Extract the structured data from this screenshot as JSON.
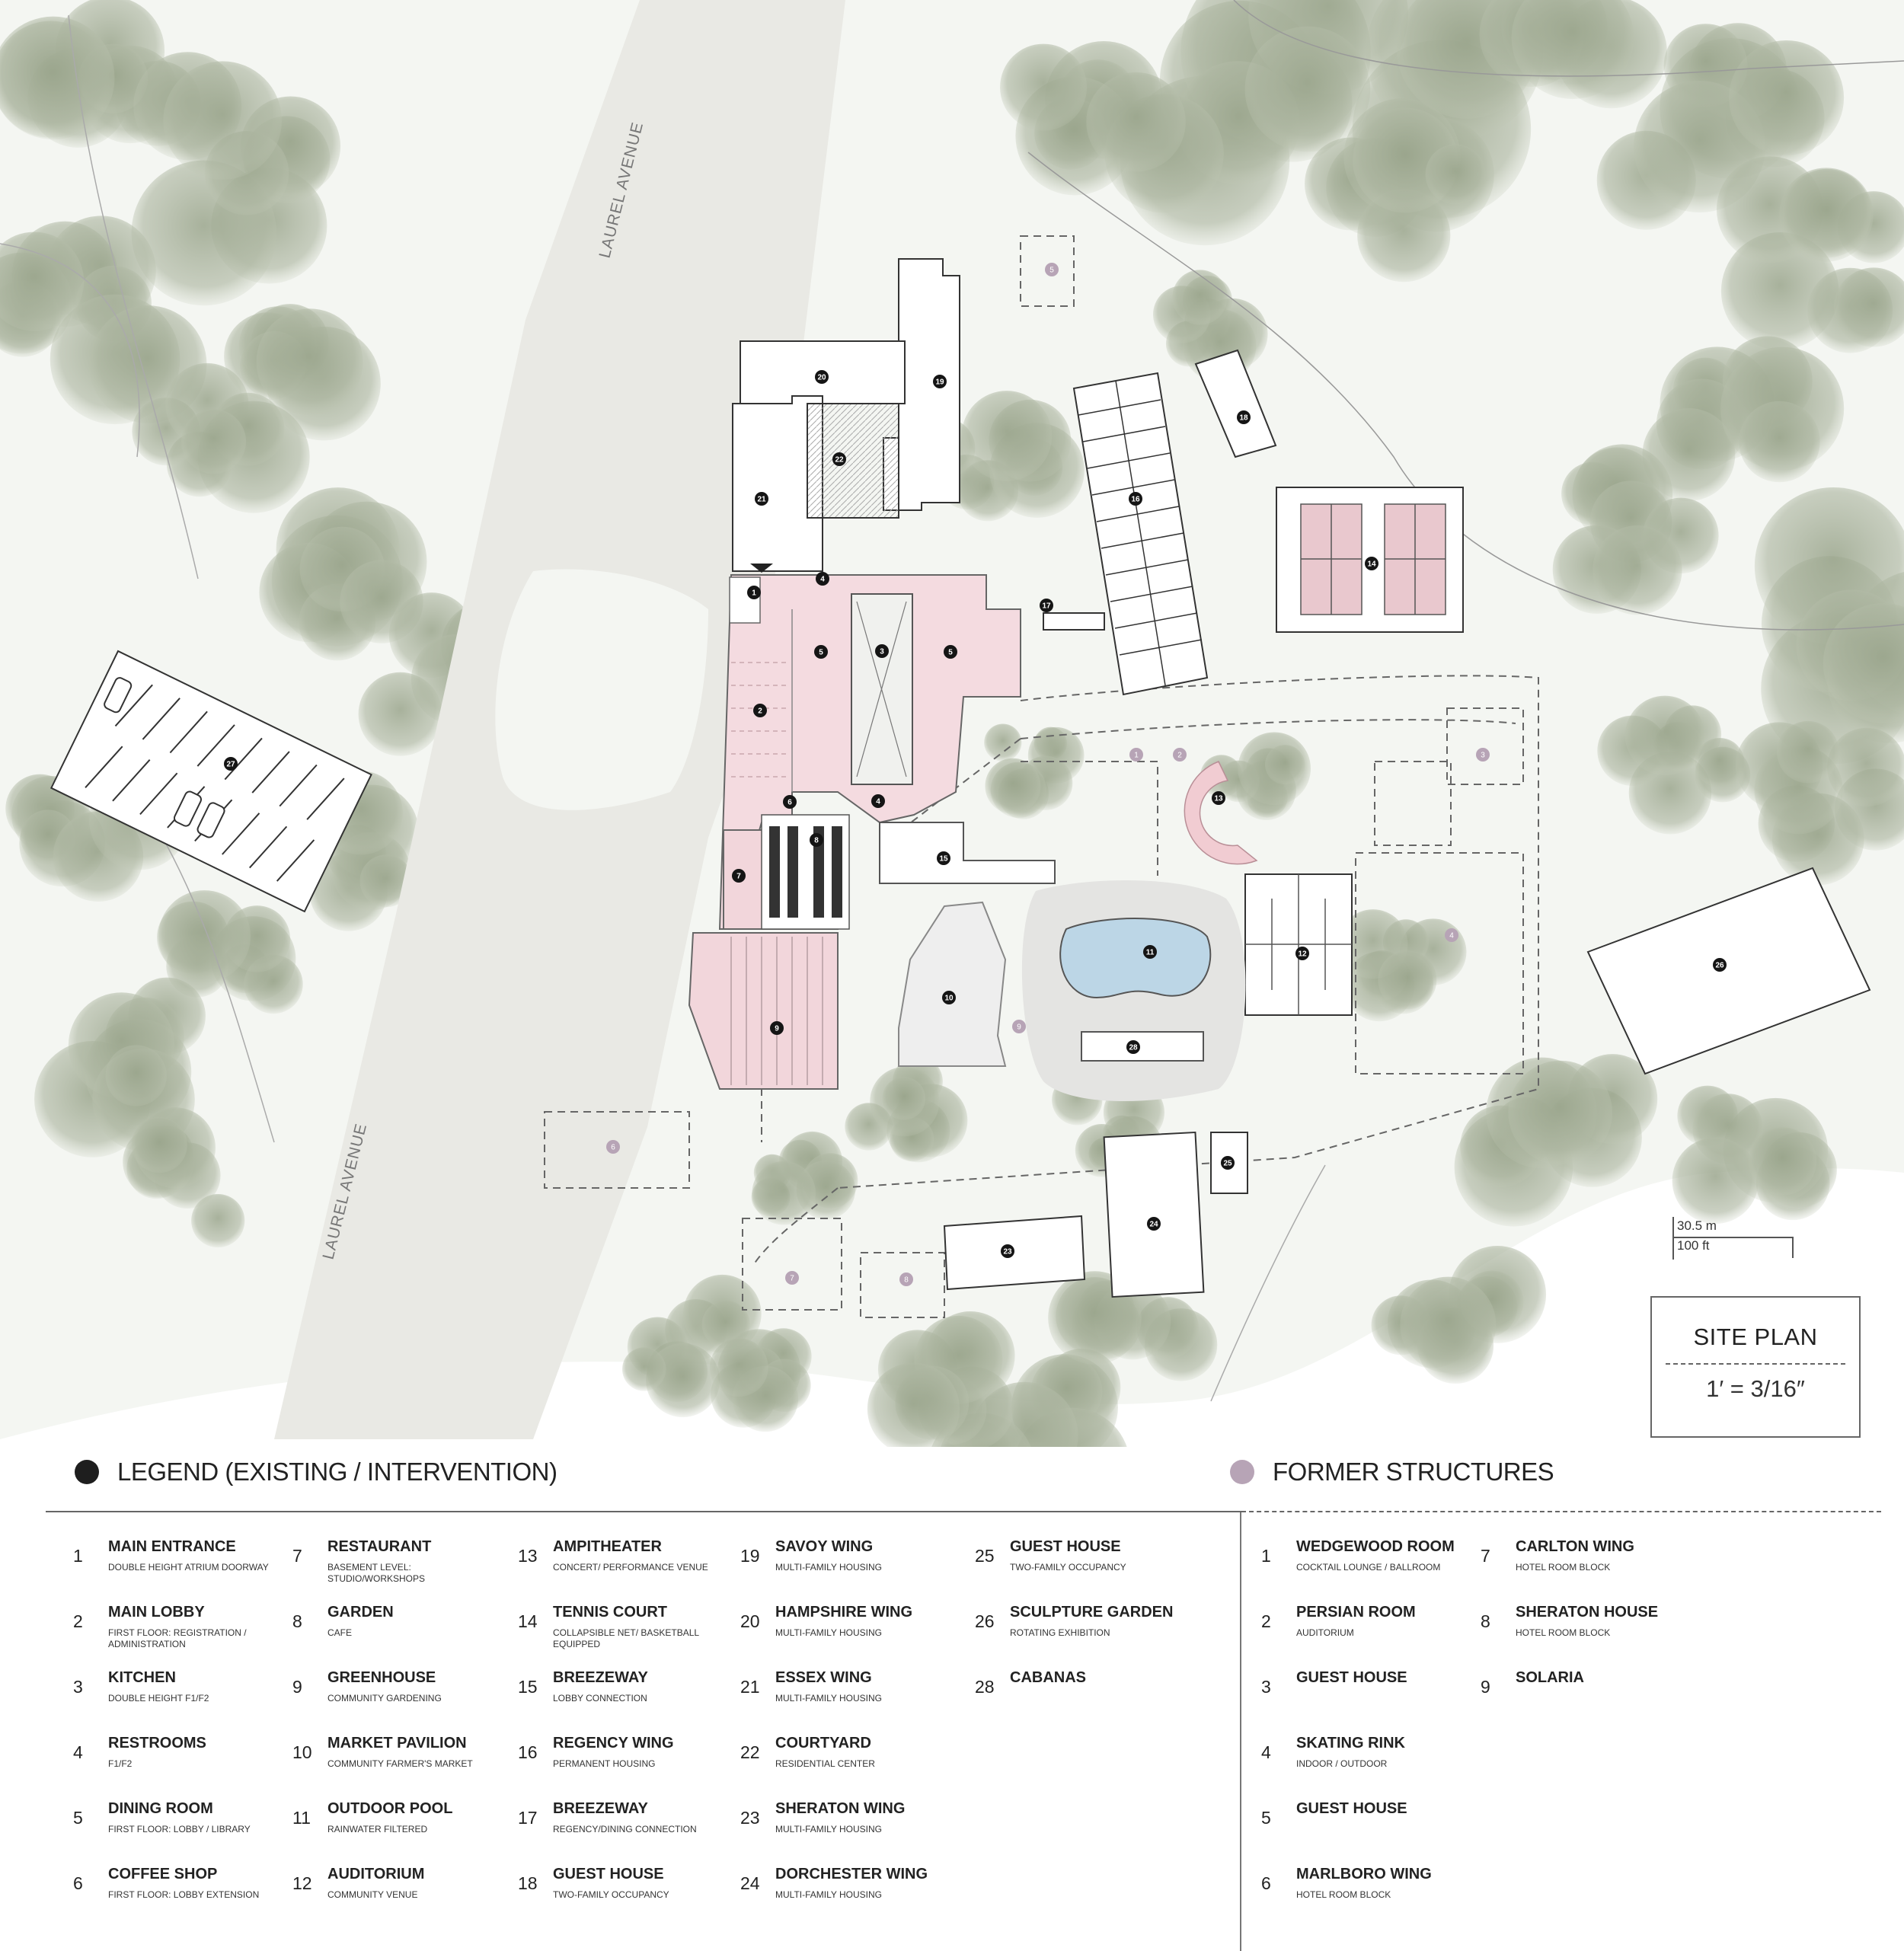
{
  "map": {
    "road_labels": [
      "LAUREL AVENUE",
      "LAUREL AVENUE"
    ],
    "colors": {
      "background": "#f4f6f2",
      "road": "#e7e7e2",
      "tree": "#a3ad95",
      "intervention_pink": "#f2d6db",
      "former_marker": "#b7a4b6",
      "building": "#ffffff",
      "pool_water": "#bcd6e6"
    },
    "building_markers": [
      {
        "id": "1",
        "num": "1"
      },
      {
        "id": "2",
        "num": "2"
      },
      {
        "id": "3",
        "num": "3"
      },
      {
        "id": "4a",
        "num": "4"
      },
      {
        "id": "4b",
        "num": "4"
      },
      {
        "id": "5a",
        "num": "5"
      },
      {
        "id": "5b",
        "num": "5"
      },
      {
        "id": "6",
        "num": "6"
      },
      {
        "id": "7",
        "num": "7"
      },
      {
        "id": "8",
        "num": "8"
      },
      {
        "id": "9",
        "num": "9"
      },
      {
        "id": "10",
        "num": "10"
      },
      {
        "id": "11",
        "num": "11"
      },
      {
        "id": "12",
        "num": "12"
      },
      {
        "id": "13",
        "num": "13"
      },
      {
        "id": "14",
        "num": "14"
      },
      {
        "id": "15",
        "num": "15"
      },
      {
        "id": "16",
        "num": "16"
      },
      {
        "id": "17",
        "num": "17"
      },
      {
        "id": "18",
        "num": "18"
      },
      {
        "id": "19",
        "num": "19"
      },
      {
        "id": "20",
        "num": "20"
      },
      {
        "id": "21",
        "num": "21"
      },
      {
        "id": "22",
        "num": "22"
      },
      {
        "id": "23",
        "num": "23"
      },
      {
        "id": "24",
        "num": "24"
      },
      {
        "id": "25",
        "num": "25"
      },
      {
        "id": "26",
        "num": "26"
      },
      {
        "id": "27",
        "num": "27"
      },
      {
        "id": "28",
        "num": "28"
      }
    ],
    "former_markers": [
      {
        "id": "f1",
        "num": "1"
      },
      {
        "id": "f2",
        "num": "2"
      },
      {
        "id": "f3",
        "num": "3"
      },
      {
        "id": "f4",
        "num": "4"
      },
      {
        "id": "f5",
        "num": "5"
      },
      {
        "id": "f6",
        "num": "6"
      },
      {
        "id": "f7",
        "num": "7"
      },
      {
        "id": "f8",
        "num": "8"
      },
      {
        "id": "f9",
        "num": "9"
      }
    ]
  },
  "scale_bar": {
    "metric": "30.5 m",
    "imperial": "100 ft"
  },
  "title_box": {
    "title": "SITE PLAN",
    "scale": "1′ = 3/16″"
  },
  "legend": {
    "heading": "LEGEND (EXISTING / INTERVENTION)",
    "items": [
      {
        "num": "1",
        "name": "MAIN ENTRANCE",
        "desc": "DOUBLE HEIGHT ATRIUM DOORWAY"
      },
      {
        "num": "2",
        "name": "MAIN LOBBY",
        "desc": "FIRST FLOOR: REGISTRATION / ADMINISTRATION"
      },
      {
        "num": "3",
        "name": "KITCHEN",
        "desc": "DOUBLE HEIGHT F1/F2"
      },
      {
        "num": "4",
        "name": "RESTROOMS",
        "desc": "F1/F2"
      },
      {
        "num": "5",
        "name": "DINING ROOM",
        "desc": "FIRST FLOOR: LOBBY / LIBRARY"
      },
      {
        "num": "6",
        "name": "COFFEE SHOP",
        "desc": "FIRST FLOOR: LOBBY EXTENSION"
      },
      {
        "num": "7",
        "name": "RESTAURANT",
        "desc": "BASEMENT LEVEL: STUDIO/WORKSHOPS"
      },
      {
        "num": "8",
        "name": "GARDEN",
        "desc": "CAFE"
      },
      {
        "num": "9",
        "name": "GREENHOUSE",
        "desc": "COMMUNITY GARDENING"
      },
      {
        "num": "10",
        "name": "MARKET PAVILION",
        "desc": "COMMUNITY FARMER'S MARKET"
      },
      {
        "num": "11",
        "name": "OUTDOOR POOL",
        "desc": "RAINWATER FILTERED"
      },
      {
        "num": "12",
        "name": "AUDITORIUM",
        "desc": "COMMUNITY VENUE"
      },
      {
        "num": "13",
        "name": "AMPITHEATER",
        "desc": "CONCERT/ PERFORMANCE VENUE"
      },
      {
        "num": "14",
        "name": "TENNIS COURT",
        "desc": "COLLAPSIBLE NET/ BASKETBALL EQUIPPED"
      },
      {
        "num": "15",
        "name": "BREEZEWAY",
        "desc": "LOBBY CONNECTION"
      },
      {
        "num": "16",
        "name": "REGENCY WING",
        "desc": "PERMANENT HOUSING"
      },
      {
        "num": "17",
        "name": "BREEZEWAY",
        "desc": "REGENCY/DINING CONNECTION"
      },
      {
        "num": "18",
        "name": "GUEST HOUSE",
        "desc": "TWO-FAMILY OCCUPANCY"
      },
      {
        "num": "19",
        "name": "SAVOY WING",
        "desc": "MULTI-FAMILY HOUSING"
      },
      {
        "num": "20",
        "name": "HAMPSHIRE WING",
        "desc": "MULTI-FAMILY HOUSING"
      },
      {
        "num": "21",
        "name": "ESSEX WING",
        "desc": "MULTI-FAMILY HOUSING"
      },
      {
        "num": "22",
        "name": "COURTYARD",
        "desc": "RESIDENTIAL CENTER"
      },
      {
        "num": "23",
        "name": "SHERATON WING",
        "desc": "MULTI-FAMILY HOUSING"
      },
      {
        "num": "24",
        "name": "DORCHESTER WING",
        "desc": "MULTI-FAMILY HOUSING"
      },
      {
        "num": "25",
        "name": "GUEST HOUSE",
        "desc": "TWO-FAMILY OCCUPANCY"
      },
      {
        "num": "26",
        "name": "SCULPTURE GARDEN",
        "desc": "ROTATING EXHIBITION"
      },
      {
        "num": "28",
        "name": "CABANAS",
        "desc": ""
      }
    ]
  },
  "former": {
    "heading": "FORMER STRUCTURES",
    "items": [
      {
        "num": "1",
        "name": "WEDGEWOOD ROOM",
        "desc": "COCKTAIL LOUNGE / BALLROOM"
      },
      {
        "num": "2",
        "name": "PERSIAN ROOM",
        "desc": "AUDITORIUM"
      },
      {
        "num": "3",
        "name": "GUEST HOUSE",
        "desc": ""
      },
      {
        "num": "4",
        "name": "SKATING RINK",
        "desc": "INDOOR / OUTDOOR"
      },
      {
        "num": "5",
        "name": "GUEST HOUSE",
        "desc": ""
      },
      {
        "num": "6",
        "name": "MARLBORO WING",
        "desc": "HOTEL ROOM BLOCK"
      },
      {
        "num": "7",
        "name": "CARLTON WING",
        "desc": "HOTEL ROOM BLOCK"
      },
      {
        "num": "8",
        "name": "SHERATON HOUSE",
        "desc": "HOTEL ROOM BLOCK"
      },
      {
        "num": "9",
        "name": "SOLARIA",
        "desc": ""
      }
    ]
  }
}
